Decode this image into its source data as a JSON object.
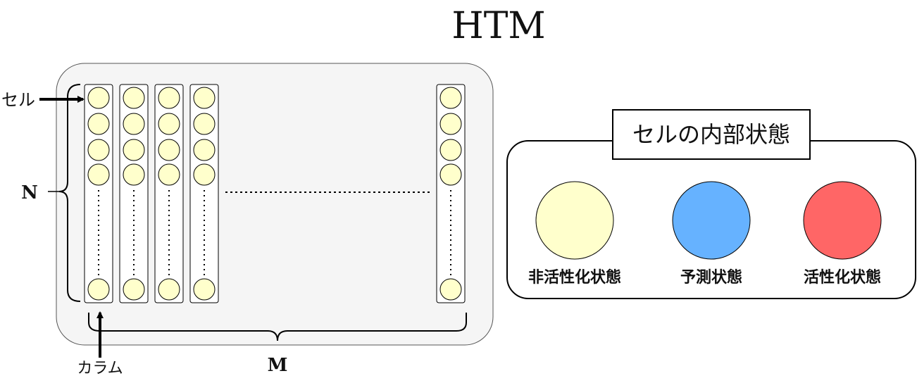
{
  "title": "HTM",
  "labels": {
    "cell": "セル",
    "column": "カラム",
    "n": "N",
    "m": "M"
  },
  "legend": {
    "title": "セルの内部状態",
    "states": [
      {
        "label": "非活性化状態",
        "color": "#ffffcc"
      },
      {
        "label": "予測状態",
        "color": "#66b2ff"
      },
      {
        "label": "活性化状態",
        "color": "#ff6666"
      }
    ]
  },
  "colors": {
    "cell_fill": "#ffffcc",
    "region_fill": "#f5f5f5"
  }
}
